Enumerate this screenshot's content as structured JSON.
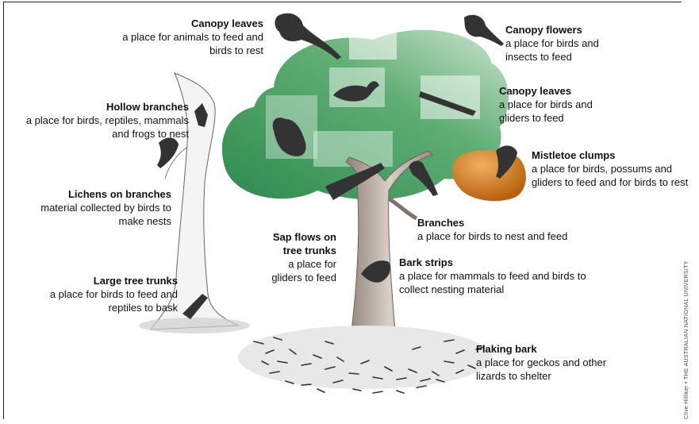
{
  "labels": [
    {
      "title": "Canopy leaves",
      "desc": "a place for animals to feed and birds to rest"
    },
    {
      "title": "Canopy flowers",
      "desc": "a place for birds and insects to feed"
    },
    {
      "title": "Hollow branches",
      "desc": "a place for birds, reptiles, mammals and frogs to nest"
    },
    {
      "title": "Canopy leaves",
      "desc": "a place for birds and gliders to feed"
    },
    {
      "title": "Mistletoe clumps",
      "desc": "a place for birds, possums and gliders to feed and for birds to rest"
    },
    {
      "title": "Lichens on branches",
      "desc": "material collected by birds to make nests"
    },
    {
      "title": "Branches",
      "desc": "a place for birds to nest and feed"
    },
    {
      "title": "Sap flows on tree trunks",
      "desc": "a place for gliders to feed"
    },
    {
      "title": "Bark strips",
      "desc": "a place for mammals to feed and birds to collect nesting material"
    },
    {
      "title": "Large tree trunks",
      "desc": "a place for birds to feed and reptiles to bask"
    },
    {
      "title": "Flaking bark",
      "desc": "a place for geckos and other lizards to shelter"
    }
  ],
  "credit": "Clive Hilliker  •  THE AUSTRALIAN NATIONAL UNIVERSITY",
  "colors": {
    "canopy": "#3f9a5e",
    "canopy_light": "#9fc9a8",
    "mistletoe": "#d9871e",
    "trunk": "#bfb3aa",
    "dead_tree": "#f2f2f2",
    "silhouette": "#333333"
  }
}
